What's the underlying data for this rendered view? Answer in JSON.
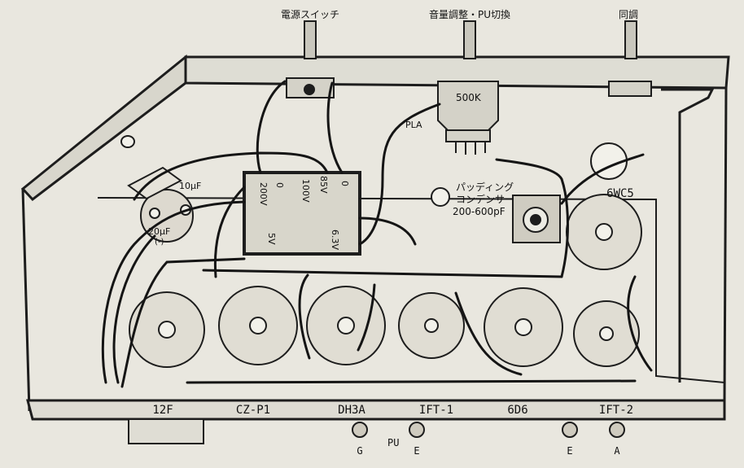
{
  "controls": {
    "power_switch": "電源スイッチ",
    "volume_pu": "音量調整・PU切換",
    "tuning": "同調"
  },
  "components": {
    "pot": "500K",
    "pla": "PLA",
    "cap_top": "10μF",
    "cap_bottom": "20μF",
    "cap_polarity": "(-)",
    "padding_line1": "パッディング",
    "padding_line2": "コンデンサー",
    "padding_value": "200-600pF"
  },
  "transformer": {
    "t0a": "0",
    "t100": "100V",
    "t85": "85V",
    "t0b": "0",
    "t200": "200V",
    "t5": "5V",
    "t63": "6.3V"
  },
  "tube_labels": {
    "t12f": "12F",
    "tcz": "CZ-P1",
    "tdh": "DH3A",
    "tift1": "IFT-1",
    "t6d6": "6D6",
    "tift2": "IFT-2",
    "t6wc5": "6WC5"
  },
  "terminals": {
    "pu": "PU",
    "g": "G",
    "e1": "E",
    "e2": "E",
    "a": "A"
  }
}
